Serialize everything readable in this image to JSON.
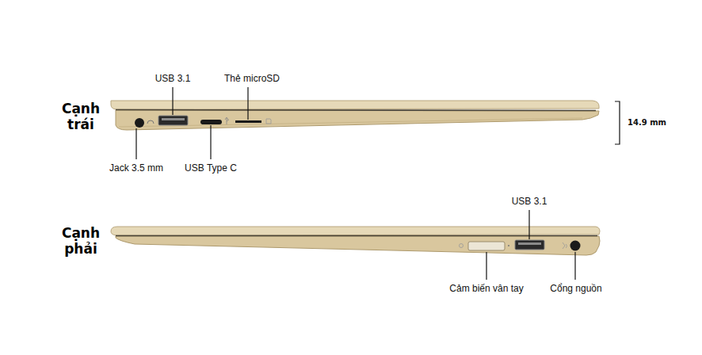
{
  "diagram": {
    "labels": [
      "Cạnh trái",
      "USB 3.1",
      "Thẻ microSD",
      "Jack 3.5 mm",
      "USB Type C",
      "14.9 mm",
      "Cạnh phải",
      "USB 3.1",
      "Cảm biến vân tay",
      "Cổng nguồn"
    ]
  }
}
